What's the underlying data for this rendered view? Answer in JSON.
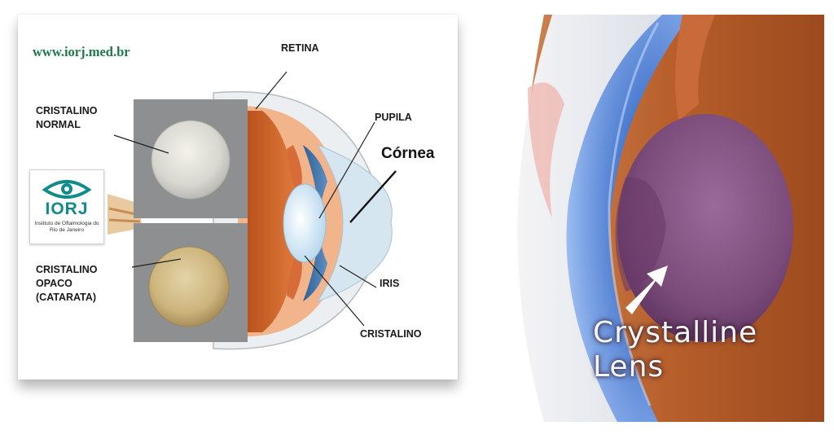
{
  "left_diagram": {
    "website": "www.iorj.med.br",
    "labels": {
      "retina": "RETINA",
      "pupila": "PUPILA",
      "cornea": "Córnea",
      "iris": "IRIS",
      "cristalino": "CRISTALINO",
      "cristalino_normal": [
        "CRISTALINO",
        "NORMAL"
      ],
      "cristalino_opaco": [
        "CRISTALINO",
        "OPACO",
        "(CATARATA)"
      ]
    },
    "logo": {
      "brand": "IORJ",
      "subtitle": "Instituto de Oftalmologia do Rio de Janeiro",
      "color": "#0f8b8a"
    }
  },
  "right_illustration": {
    "label": [
      "Crystalline",
      "Lens"
    ],
    "iris_color": "#5a86d8",
    "lens_color": "#7a4a78"
  }
}
